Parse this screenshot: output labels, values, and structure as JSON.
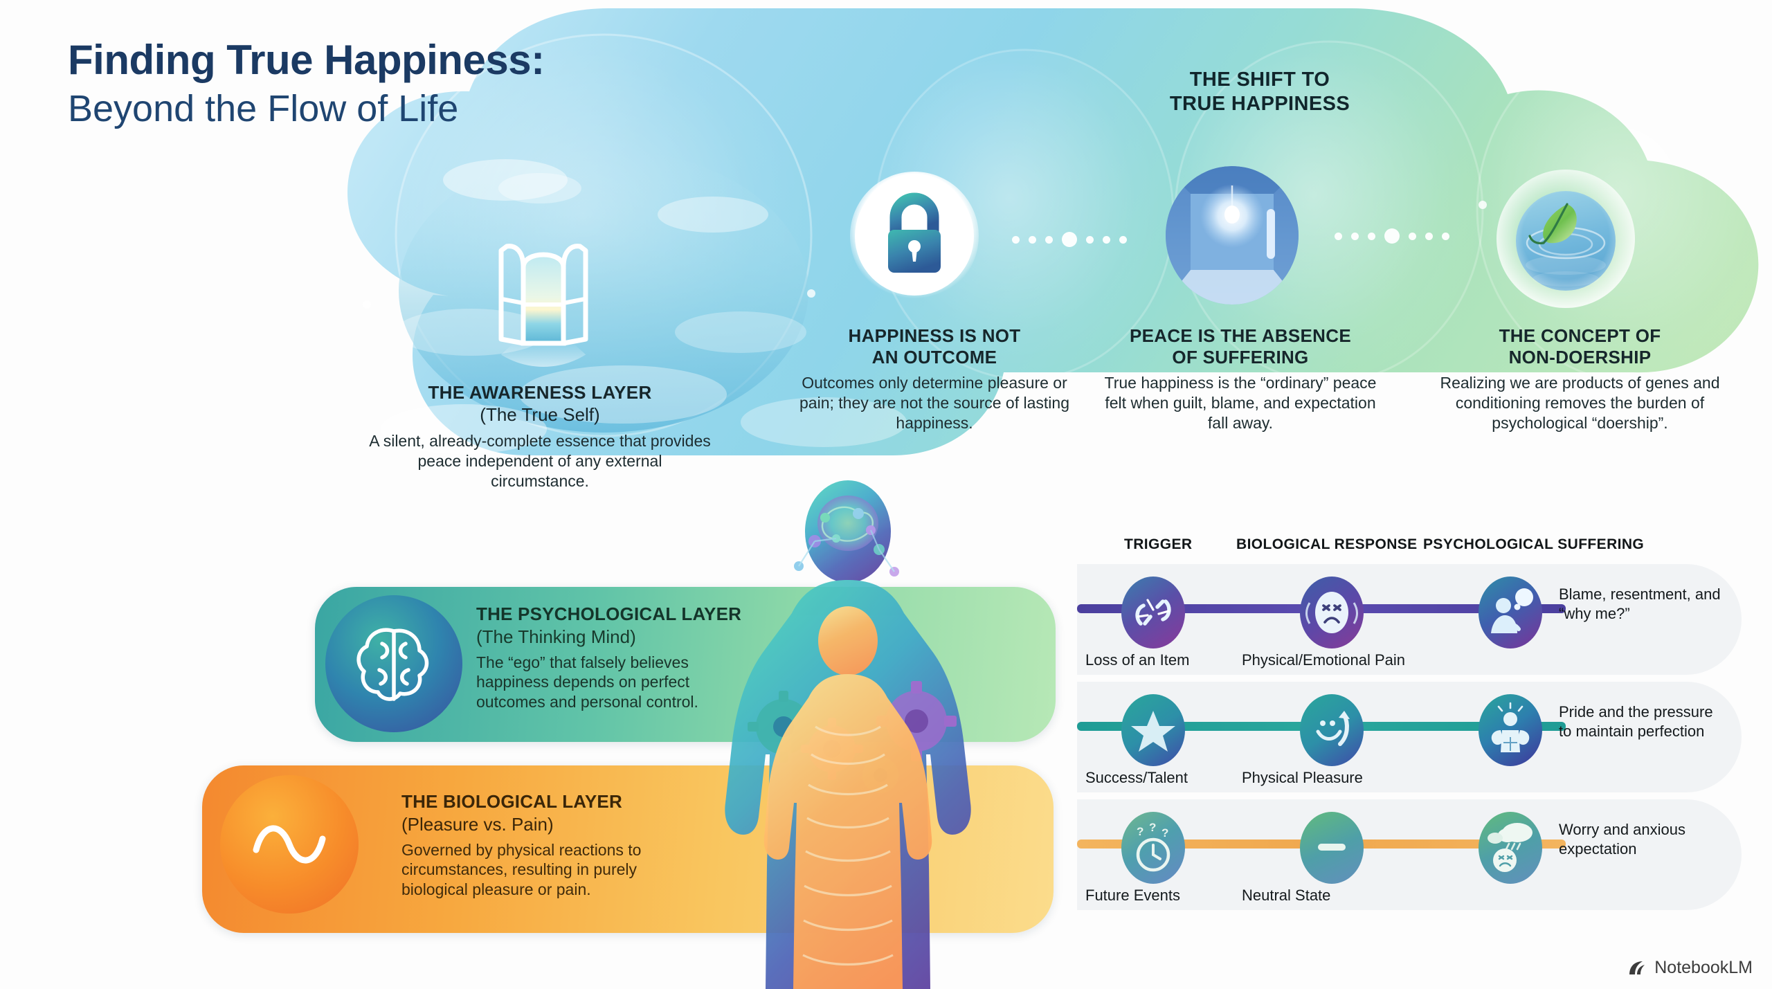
{
  "header": {
    "title": "Finding True Happiness:",
    "subtitle": "Beyond the Flow of Life"
  },
  "shift_section": {
    "heading_line1": "THE SHIFT TO",
    "heading_line2": "TRUE HAPPINESS",
    "panels": [
      {
        "id": "awareness",
        "icon": "open-window-icon",
        "title": "THE AWARENESS LAYER",
        "subtitle": "(The True Self)",
        "body": "A silent, already-complete essence that provides peace independent of any external circumstance."
      },
      {
        "id": "outcome",
        "icon": "lock-icon",
        "title_line1": "HAPPINESS IS NOT",
        "title_line2": "AN OUTCOME",
        "body": "Outcomes only determine pleasure or pain; they are not the source of lasting happiness."
      },
      {
        "id": "peace",
        "icon": "open-door-light-icon",
        "title_line1": "PEACE IS THE ABSENCE",
        "title_line2": "OF SUFFERING",
        "body": "True happiness is the “ordinary” peace felt when guilt, blame, and expectation fall away."
      },
      {
        "id": "nondoership",
        "icon": "leaf-on-water-icon",
        "title_line1": "THE CONCEPT OF",
        "title_line2": "NON-DOERSHIP",
        "body": "Realizing we are products of genes and conditioning removes the burden of psychological “doership”."
      }
    ]
  },
  "layers": [
    {
      "id": "psychological",
      "icon": "brain-icon",
      "title": "THE PSYCHOLOGICAL LAYER",
      "subtitle": "(The Thinking Mind)",
      "body": "The “ego” that falsely believes happiness depends on perfect outcomes and personal control.",
      "color": "#4fb89f"
    },
    {
      "id": "biological",
      "icon": "sine-wave-icon",
      "title": "THE BIOLOGICAL LAYER",
      "subtitle": "(Pleasure vs. Pain)",
      "body": "Governed by physical reactions to circumstances, resulting in purely biological pleasure or pain.",
      "color": "#f5952f"
    }
  ],
  "chain": {
    "headers": [
      "TRIGGER",
      "BIOLOGICAL RESPONSE",
      "PSYCHOLOGICAL SUFFERING"
    ],
    "rows": [
      {
        "trigger_label": "Loss of an Item",
        "trigger_icon": "broken-chain-icon",
        "response_label": "Physical/Emotional Pain",
        "response_icon": "angry-face-icon",
        "outcome_label": "Blame, resentment, and “why me?”",
        "outcome_icon": "person-thinking-icon",
        "color": "#4b3f9e"
      },
      {
        "trigger_label": "Success/Talent",
        "trigger_icon": "star-icon",
        "response_label": "Physical Pleasure",
        "response_icon": "smiley-arrow-up-icon",
        "outcome_label": "Pride and the pressure to maintain perfection",
        "outcome_icon": "flexing-muscles-icon",
        "color": "#1f9c95"
      },
      {
        "trigger_label": "Future Events",
        "trigger_icon": "clock-question-icon",
        "response_label": "Neutral State",
        "response_icon": "neutral-minus-icon",
        "outcome_label": "Worry and anxious expectation",
        "outcome_icon": "worried-rain-cloud-icon",
        "color": "#f0aa4e"
      }
    ]
  },
  "center_figure": {
    "icon": "human-silhouette-layers-icon"
  },
  "watermark": {
    "label": "NotebookLM",
    "icon": "notebooklm-logo-icon"
  },
  "colors": {
    "title": "#1b3a63",
    "cloud_left": "#9fd8ef",
    "cloud_right": "#b6e3b9",
    "psych_layer": "#4fb89f",
    "bio_layer": "#f5952f"
  }
}
